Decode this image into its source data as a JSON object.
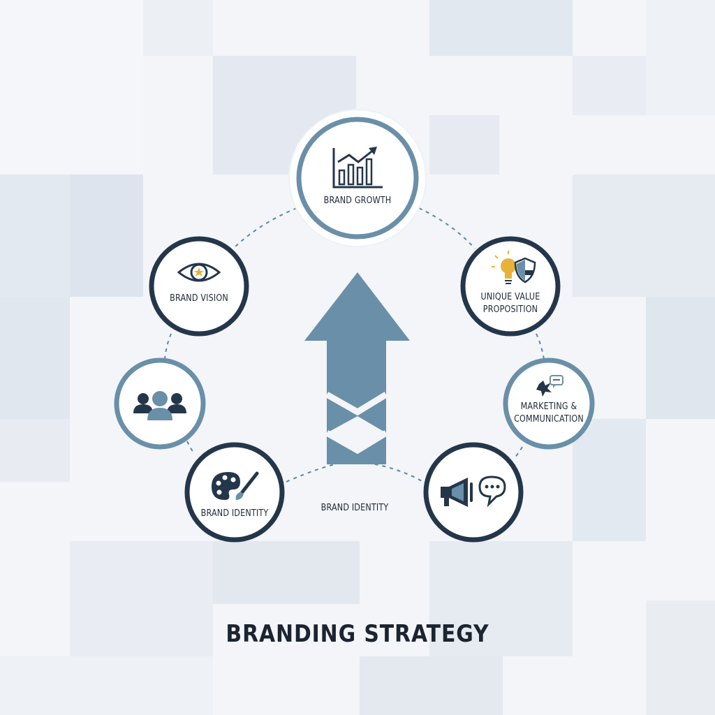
{
  "title": "BRANDING STRATEGY",
  "center_label": "BRAND IDENTITY",
  "nodes": {
    "growth": {
      "label": "BRAND GROWTH",
      "icon": "growth-chart-icon"
    },
    "vision": {
      "label": "BRAND VISION",
      "icon": "eye-star-icon"
    },
    "uvp": {
      "line1": "UNIQUE VALUE",
      "line2": "PROPOSITION",
      "icon": "lightbulb-shield-icon"
    },
    "audience": {
      "label": "",
      "icon": "people-group-icon"
    },
    "marketing": {
      "line1": "MARKETING &",
      "line2": "COMMUNICATION",
      "icon": "broadcast-chat-icon"
    },
    "identity": {
      "label": "BRAND IDENTITY",
      "icon": "palette-brush-icon"
    },
    "megaphone": {
      "label": "",
      "icon": "megaphone-chat-icon"
    }
  },
  "colors": {
    "steel_blue": "#6a8fa8",
    "navy": "#24364a",
    "accent_yellow": "#e8b23a",
    "background": "#f3f5f8"
  }
}
